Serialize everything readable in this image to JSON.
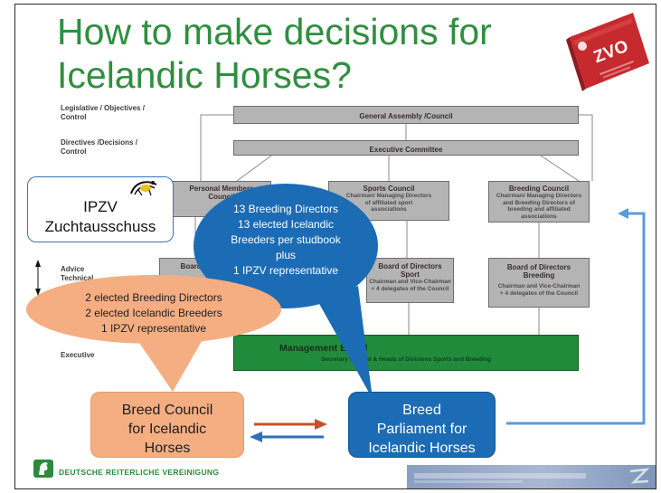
{
  "slide": {
    "title_lines": [
      "How to make decisions for",
      "Icelandic Horses?"
    ]
  },
  "colors": {
    "title_green": "#2f8f3f",
    "bubble_blue": "#1b6cb5",
    "bubble_orange": "#f5ae82",
    "connector_blue": "#5b9bd5",
    "arrow_red": "#c4512b",
    "management_green": "#1f8b3b",
    "book_red": "#c62a2e"
  },
  "icons": {
    "top_right_image": "zvo-book-cover-icon",
    "ipzv_logo": "ipzv-logo-icon",
    "footer_logo": "fn-horse-logo-icon",
    "footer_banner": "banner-image"
  },
  "book_cover": {
    "label": "ZVO"
  },
  "org_chart": {
    "row_labels": [
      {
        "lines": [
          "Legislative / Objectives /",
          "Control"
        ]
      },
      {
        "lines": [
          "Directives /Decisions /",
          "Control"
        ]
      },
      {
        "lines": [
          "Advice",
          "Technical"
        ]
      },
      {
        "lines": [
          "Executive"
        ]
      }
    ],
    "general_assembly": "General Assembly /Council",
    "executive_committee": "Executive Committee",
    "personal_members_council": {
      "title": [
        "Personal Members",
        "Council"
      ]
    },
    "sports_council": {
      "title": "Sports Council",
      "details": [
        "Chairman/ Managing Directors",
        "of affiliated sport",
        "associations"
      ]
    },
    "breeding_council": {
      "title": "Breeding Council",
      "details": [
        "Chairman/ Managing Directors",
        "and Breeding Directors of",
        "breeding and affiliated",
        "associations"
      ]
    },
    "board_left": {
      "title": "Board of"
    },
    "board_sport": {
      "title": [
        "Board of Directors",
        "Sport"
      ],
      "details": [
        "Chairman and Vice-Chairman",
        "+ 4 delegates of the Council"
      ]
    },
    "board_breeding": {
      "title": [
        "Board of Directors",
        "Breeding"
      ],
      "details": [
        "Chairman and Vice-Chairman",
        "+ 4 delegates of the Council"
      ]
    },
    "management_board": {
      "title": "Management Board",
      "details": "Secretary General & Heads of Divisions Sports and Breeding"
    }
  },
  "ipzv_box": {
    "lines": [
      "IPZV",
      "Zuchtausschuss"
    ]
  },
  "parliament_bubble": {
    "lines": [
      "13 Breeding Directors",
      "13 elected Icelandic",
      "Breeders per studbook",
      "plus",
      "1 IPZV representative"
    ]
  },
  "council_bubble": {
    "lines": [
      "2 elected Breeding Directors",
      "2 elected Icelandic Breeders",
      "1 IPZV representative"
    ]
  },
  "breed_council": {
    "lines": [
      "Breed Council",
      "for Icelandic",
      "Horses"
    ]
  },
  "breed_parliament": {
    "lines": [
      "Breed",
      "Parliament for",
      "Icelandic Horses"
    ]
  },
  "footer": {
    "organization": "DEUTSCHE REITERLICHE VEREINIGUNG"
  }
}
